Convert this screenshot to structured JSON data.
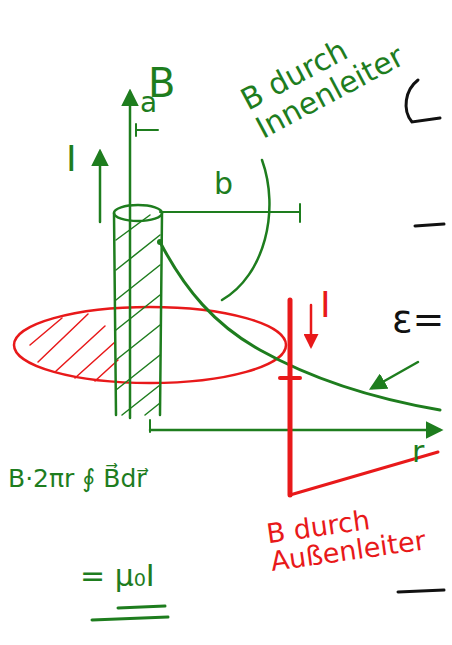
{
  "diagram": {
    "labels": [
      "B",
      "B durch Innenleiter",
      "I",
      "a",
      "b",
      "I",
      "B durch Außenleiter",
      "B·2πr ∮ B⃗dr⃗",
      "= μ₀I",
      "r",
      "ε="
    ]
  }
}
